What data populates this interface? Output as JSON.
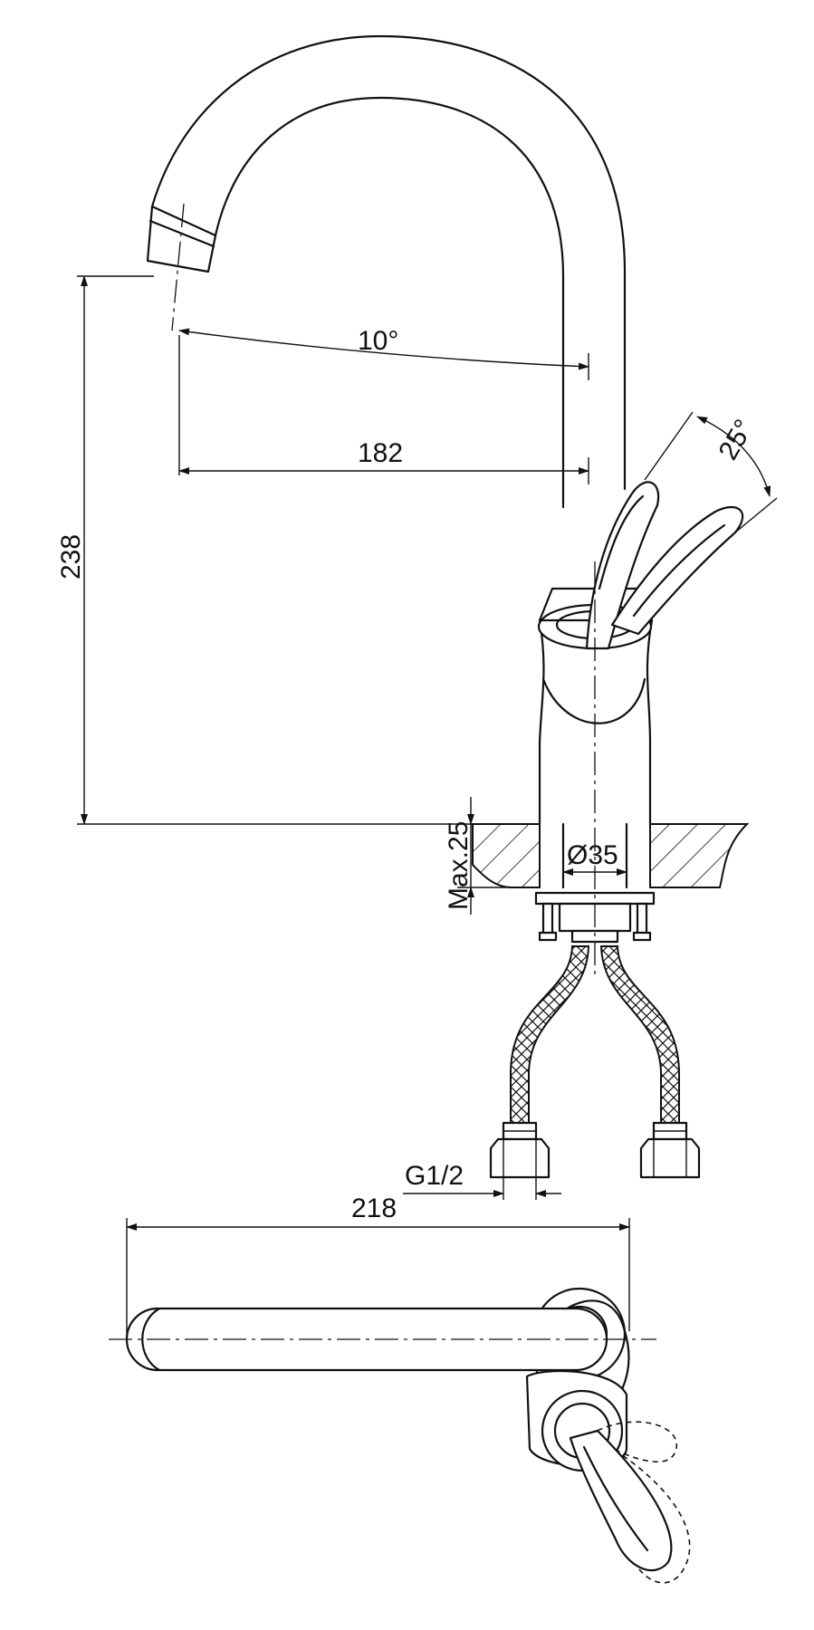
{
  "dimensions": {
    "spout_angle": "10°",
    "spout_reach": "182",
    "total_height": "238",
    "lever_angle": "25°",
    "max_counter_thickness": "Max.25",
    "mounting_hole": "Ø35",
    "connection_thread": "G1/2",
    "plan_length": "218"
  }
}
